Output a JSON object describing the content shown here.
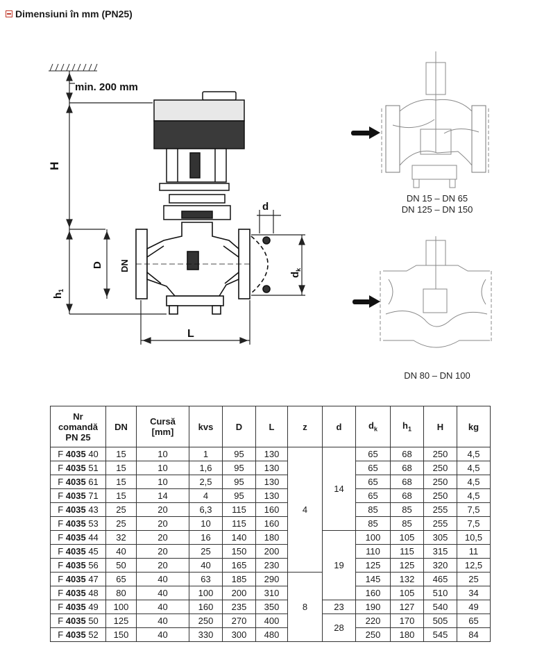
{
  "heading": "Dimensiuni în mm (PN25)",
  "drawing": {
    "min_label": "min. 200 mm",
    "labels": {
      "H": "H",
      "h1": "h",
      "h1_sub": "1",
      "D": "D",
      "DN": "DN",
      "L": "L",
      "d": "d",
      "dk": "d",
      "dk_sub": "k"
    }
  },
  "captions": {
    "top_line1": "DN 15 – DN 65",
    "top_line2": "DN 125 – DN 150",
    "bottom": "DN 80 – DN 100"
  },
  "table": {
    "headers": {
      "nr_line1": "Nr",
      "nr_line2": "comandă",
      "nr_line3": "PN 25",
      "dn": "DN",
      "cursa_line1": "Cursă",
      "cursa_line2": "[mm]",
      "kvs": "kvs",
      "D": "D",
      "L": "L",
      "z": "z",
      "d": "d",
      "dk": "d",
      "dk_sub": "k",
      "h1": "h",
      "h1_sub": "1",
      "H": "H",
      "kg": "kg"
    },
    "rows": [
      {
        "pre": "F ",
        "bold": "4035",
        "suf": " 40",
        "dn": "15",
        "cursa": "10",
        "kvs": "1",
        "D": "95",
        "L": "130",
        "dk": "65",
        "h1": "68",
        "H": "250",
        "kg": "4,5"
      },
      {
        "pre": "F ",
        "bold": "4035",
        "suf": " 51",
        "dn": "15",
        "cursa": "10",
        "kvs": "1,6",
        "D": "95",
        "L": "130",
        "dk": "65",
        "h1": "68",
        "H": "250",
        "kg": "4,5"
      },
      {
        "pre": "F ",
        "bold": "4035",
        "suf": " 61",
        "dn": "15",
        "cursa": "10",
        "kvs": "2,5",
        "D": "95",
        "L": "130",
        "dk": "65",
        "h1": "68",
        "H": "250",
        "kg": "4,5"
      },
      {
        "pre": "F ",
        "bold": "4035",
        "suf": " 71",
        "dn": "15",
        "cursa": "14",
        "kvs": "4",
        "D": "95",
        "L": "130",
        "dk": "65",
        "h1": "68",
        "H": "250",
        "kg": "4,5"
      },
      {
        "pre": "F ",
        "bold": "4035",
        "suf": " 43",
        "dn": "25",
        "cursa": "20",
        "kvs": "6,3",
        "D": "115",
        "L": "160",
        "dk": "85",
        "h1": "85",
        "H": "255",
        "kg": "7,5"
      },
      {
        "pre": "F ",
        "bold": "4035",
        "suf": " 53",
        "dn": "25",
        "cursa": "20",
        "kvs": "10",
        "D": "115",
        "L": "160",
        "dk": "85",
        "h1": "85",
        "H": "255",
        "kg": "7,5"
      },
      {
        "pre": "F ",
        "bold": "4035",
        "suf": " 44",
        "dn": "32",
        "cursa": "20",
        "kvs": "16",
        "D": "140",
        "L": "180",
        "dk": "100",
        "h1": "105",
        "H": "305",
        "kg": "10,5"
      },
      {
        "pre": "F ",
        "bold": "4035",
        "suf": " 45",
        "dn": "40",
        "cursa": "20",
        "kvs": "25",
        "D": "150",
        "L": "200",
        "dk": "110",
        "h1": "115",
        "H": "315",
        "kg": "11"
      },
      {
        "pre": "F ",
        "bold": "4035",
        "suf": " 56",
        "dn": "50",
        "cursa": "20",
        "kvs": "40",
        "D": "165",
        "L": "230",
        "dk": "125",
        "h1": "125",
        "H": "320",
        "kg": "12,5"
      },
      {
        "pre": "F ",
        "bold": "4035",
        "suf": " 47",
        "dn": "65",
        "cursa": "40",
        "kvs": "63",
        "D": "185",
        "L": "290",
        "dk": "145",
        "h1": "132",
        "H": "465",
        "kg": "25"
      },
      {
        "pre": "F ",
        "bold": "4035",
        "suf": " 48",
        "dn": "80",
        "cursa": "40",
        "kvs": "100",
        "D": "200",
        "L": "310",
        "dk": "160",
        "h1": "105",
        "H": "510",
        "kg": "34"
      },
      {
        "pre": "F ",
        "bold": "4035",
        "suf": " 49",
        "dn": "100",
        "cursa": "40",
        "kvs": "160",
        "D": "235",
        "L": "350",
        "dk": "190",
        "h1": "127",
        "H": "540",
        "kg": "49"
      },
      {
        "pre": "F ",
        "bold": "4035",
        "suf": " 50",
        "dn": "125",
        "cursa": "40",
        "kvs": "250",
        "D": "270",
        "L": "400",
        "dk": "220",
        "h1": "170",
        "H": "505",
        "kg": "65"
      },
      {
        "pre": "F ",
        "bold": "4035",
        "suf": " 52",
        "dn": "150",
        "cursa": "40",
        "kvs": "330",
        "D": "300",
        "L": "480",
        "dk": "250",
        "h1": "180",
        "H": "545",
        "kg": "84"
      }
    ],
    "z_groups": [
      "4",
      "8"
    ],
    "d_groups": [
      "14",
      "19",
      "23",
      "28"
    ]
  }
}
